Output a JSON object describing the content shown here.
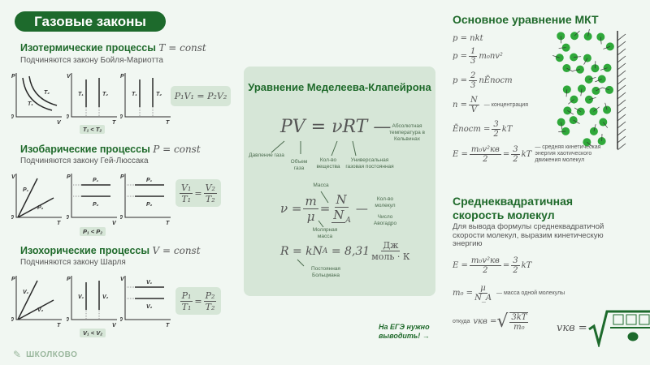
{
  "title": "Газовые законы",
  "sections": [
    {
      "heading": "Изотермические процессы",
      "condition": "T = const",
      "subtitle": "Подчиняются закону Бойля-Мариотта",
      "formula": "P₁V₁ = P₂V₂",
      "badge": "T₁ < T₂",
      "graphs": [
        {
          "y": "P",
          "x": "V",
          "o": "0",
          "l1": "T₁",
          "l2": "T₂"
        },
        {
          "y": "V",
          "x": "T",
          "o": "0",
          "l1": "T₁",
          "l2": "T₂"
        },
        {
          "y": "P",
          "x": "T",
          "o": "0",
          "l1": "T₁",
          "l2": "T₂"
        }
      ]
    },
    {
      "heading": "Изобарические процессы",
      "condition": "P = const",
      "subtitle": "Подчиняются закону Гей-Люссака",
      "formula": {
        "n1": "V₁",
        "d1": "T₁",
        "n2": "V₂",
        "d2": "T₂"
      },
      "badge": "P₁ < P₂",
      "graphs": [
        {
          "y": "V",
          "x": "T",
          "o": "0",
          "l1": "P₁",
          "l2": "P₂"
        },
        {
          "y": "P",
          "x": "V",
          "o": "0",
          "l1": "P₂",
          "l2": "P₁"
        },
        {
          "y": "P",
          "x": "T",
          "o": "0",
          "l1": "P₂",
          "l2": "P₁"
        }
      ]
    },
    {
      "heading": "Изохорические процессы",
      "condition": "V = const",
      "subtitle": "Подчиняются закону Шарля",
      "formula": {
        "n1": "P₁",
        "d1": "T₁",
        "n2": "P₂",
        "d2": "T₂"
      },
      "badge": "V₁ < V₂",
      "graphs": [
        {
          "y": "P",
          "x": "T",
          "o": "0",
          "l1": "V₁",
          "l2": "V₂"
        },
        {
          "y": "P",
          "x": "V",
          "o": "0",
          "l1": "V₁",
          "l2": "V₂"
        },
        {
          "y": "V",
          "x": "T",
          "o": "0",
          "l1": "V₂",
          "l2": "V₁"
        }
      ]
    }
  ],
  "logo": "ШКОЛКОВО",
  "panel": {
    "title": "Уравнение Меделеева-Клапейрона",
    "main": "PV = νRT —",
    "labels": {
      "abs_temp": "Абсолютная температура в Кельвинах",
      "pressure": "Давление газа",
      "volume": "Объем газа",
      "amount": "Кол-во вещества",
      "gas_const": "Универсальная газовая постоянная",
      "mass": "Масса",
      "molar_mass": "Молярная масса",
      "n_molecules": "Кол-во молекул",
      "avogadro": "Число Авогадро",
      "boltzmann": "Постоянная Больцмана"
    },
    "nu": {
      "lhs": "ν =",
      "n1": "m",
      "d1": "μ",
      "eq": "=",
      "n2": "N",
      "d2": "N",
      "d2sub": "A"
    },
    "r": {
      "lhs": "R = kN",
      "sub": "A",
      "mid": "= 8,31",
      "num": "Дж",
      "den": "моль · К"
    }
  },
  "mkt": {
    "title": "Основное уравнение МКТ",
    "f1": "p = nkt",
    "f2": {
      "lhs": "p =",
      "n": "1",
      "d": "3",
      "rhs": "m₀nv²"
    },
    "f3": {
      "lhs": "p =",
      "n": "2",
      "d": "3",
      "rhs": "nĒпост"
    },
    "f4": {
      "lhs": "n =",
      "n": "N",
      "d": "V",
      "note": "— концентрация"
    },
    "f5": {
      "lhs": "Ēпост =",
      "n": "3",
      "d": "2",
      "rhs": "kT"
    },
    "f6": {
      "lhs": "E =",
      "n": "m₀v²кв",
      "d": "2",
      "eq": "=",
      "n2": "3",
      "d2": "2",
      "rhs": "kT",
      "note": "— средняя кинетическая энергия хаотического движения молекул"
    },
    "molecule_color": "#2fa83a"
  },
  "rms": {
    "title": "Среднеквадратичная скорость молекул",
    "text": "Для вывода формулы среднеквадратичой скорости молекул, выразим кинетическую энергию",
    "f1": {
      "lhs": "E =",
      "n": "m₀v²кв",
      "d": "2",
      "eq": "=",
      "n2": "3",
      "d2": "2",
      "rhs": "kT"
    },
    "f2": {
      "lhs": "m₀ =",
      "n": "μ",
      "d": "N_A",
      "note": "— масса одной молекулы"
    },
    "f3": {
      "pre": "откуда",
      "lhs": "vкв =",
      "n": "3kT",
      "d": "m₀"
    },
    "meme": {
      "lhs": "vкв ="
    },
    "exam_note": "На ЕГЭ нужно выводить! →"
  },
  "colors": {
    "accent": "#1d6a2c",
    "panel": "#d6e6d7",
    "background": "#f1f7f2"
  }
}
